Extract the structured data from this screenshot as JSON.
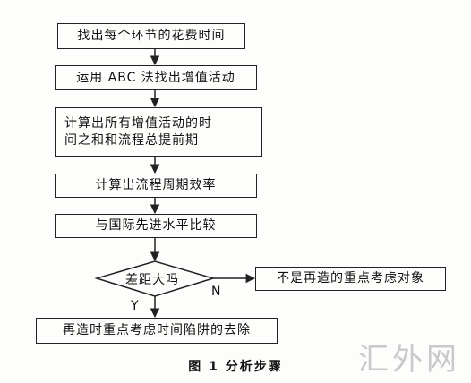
{
  "flow": {
    "step1": "找出每个环节的花费时间",
    "step2": "运用 ABC 法找出增值活动",
    "step3_line1": "计算出所有增值活动的时",
    "step3_line2": "间之和和流程总提前期",
    "step4": "计算出流程周期效率",
    "step5": "与国际先进水平比较",
    "decision": "差距大吗",
    "no_label": "N",
    "yes_label": "Y",
    "no_target": "不是再造的重点考虑对象",
    "final_step": "再造时重点考虑时间陷阱的去除"
  },
  "caption": "图 1  分析步骤",
  "watermark": "汇外网"
}
